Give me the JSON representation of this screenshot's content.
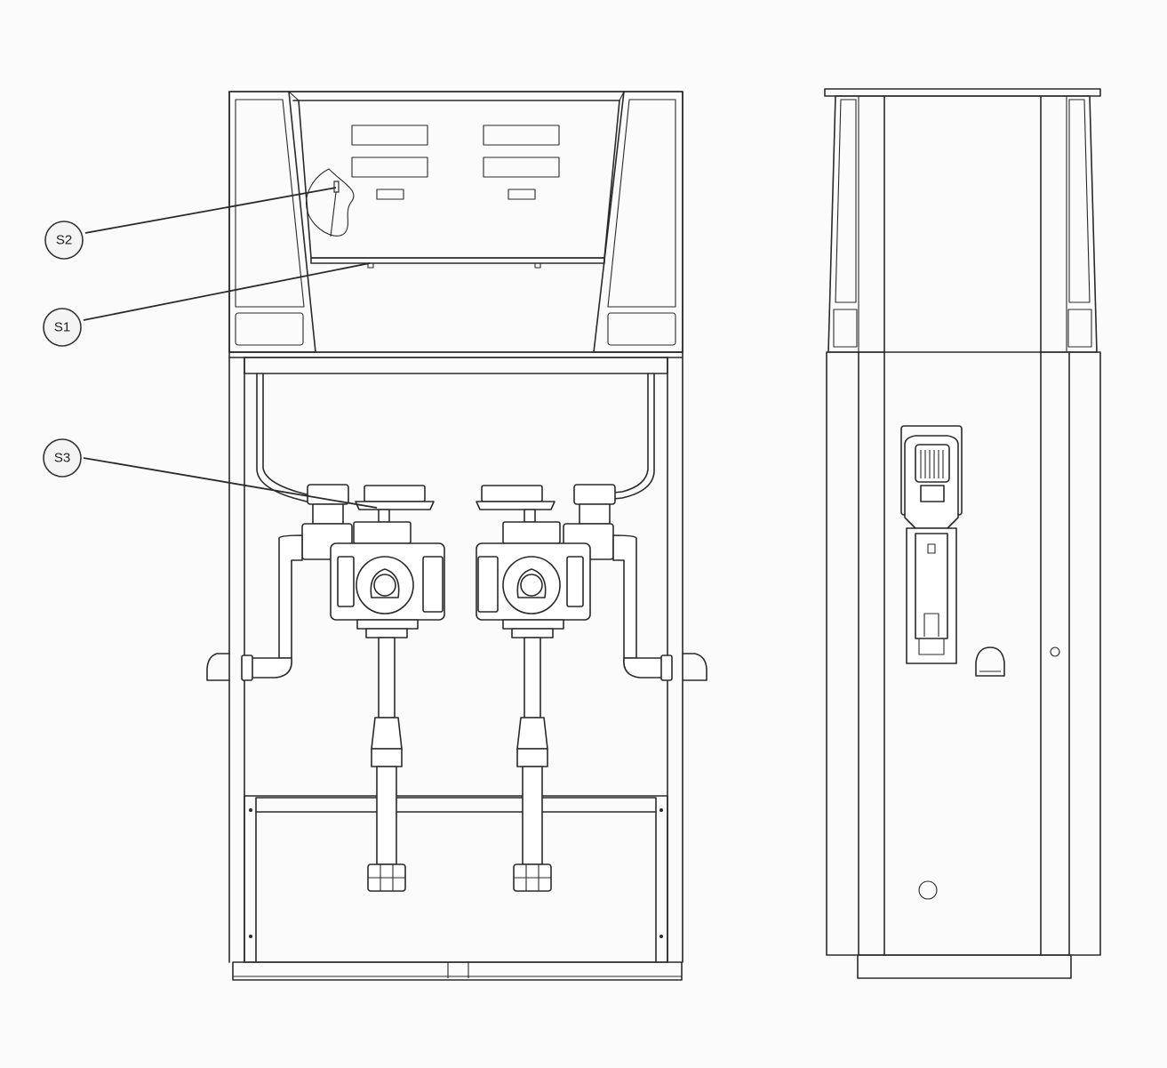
{
  "callouts": [
    {
      "id": "s2",
      "label": "S2"
    },
    {
      "id": "s1",
      "label": "S1"
    },
    {
      "id": "s3",
      "label": "S3"
    }
  ],
  "colors": {
    "line": "#2a2a2a",
    "background": "#fbfbfb",
    "callout_fill": "#f4f4f4"
  }
}
